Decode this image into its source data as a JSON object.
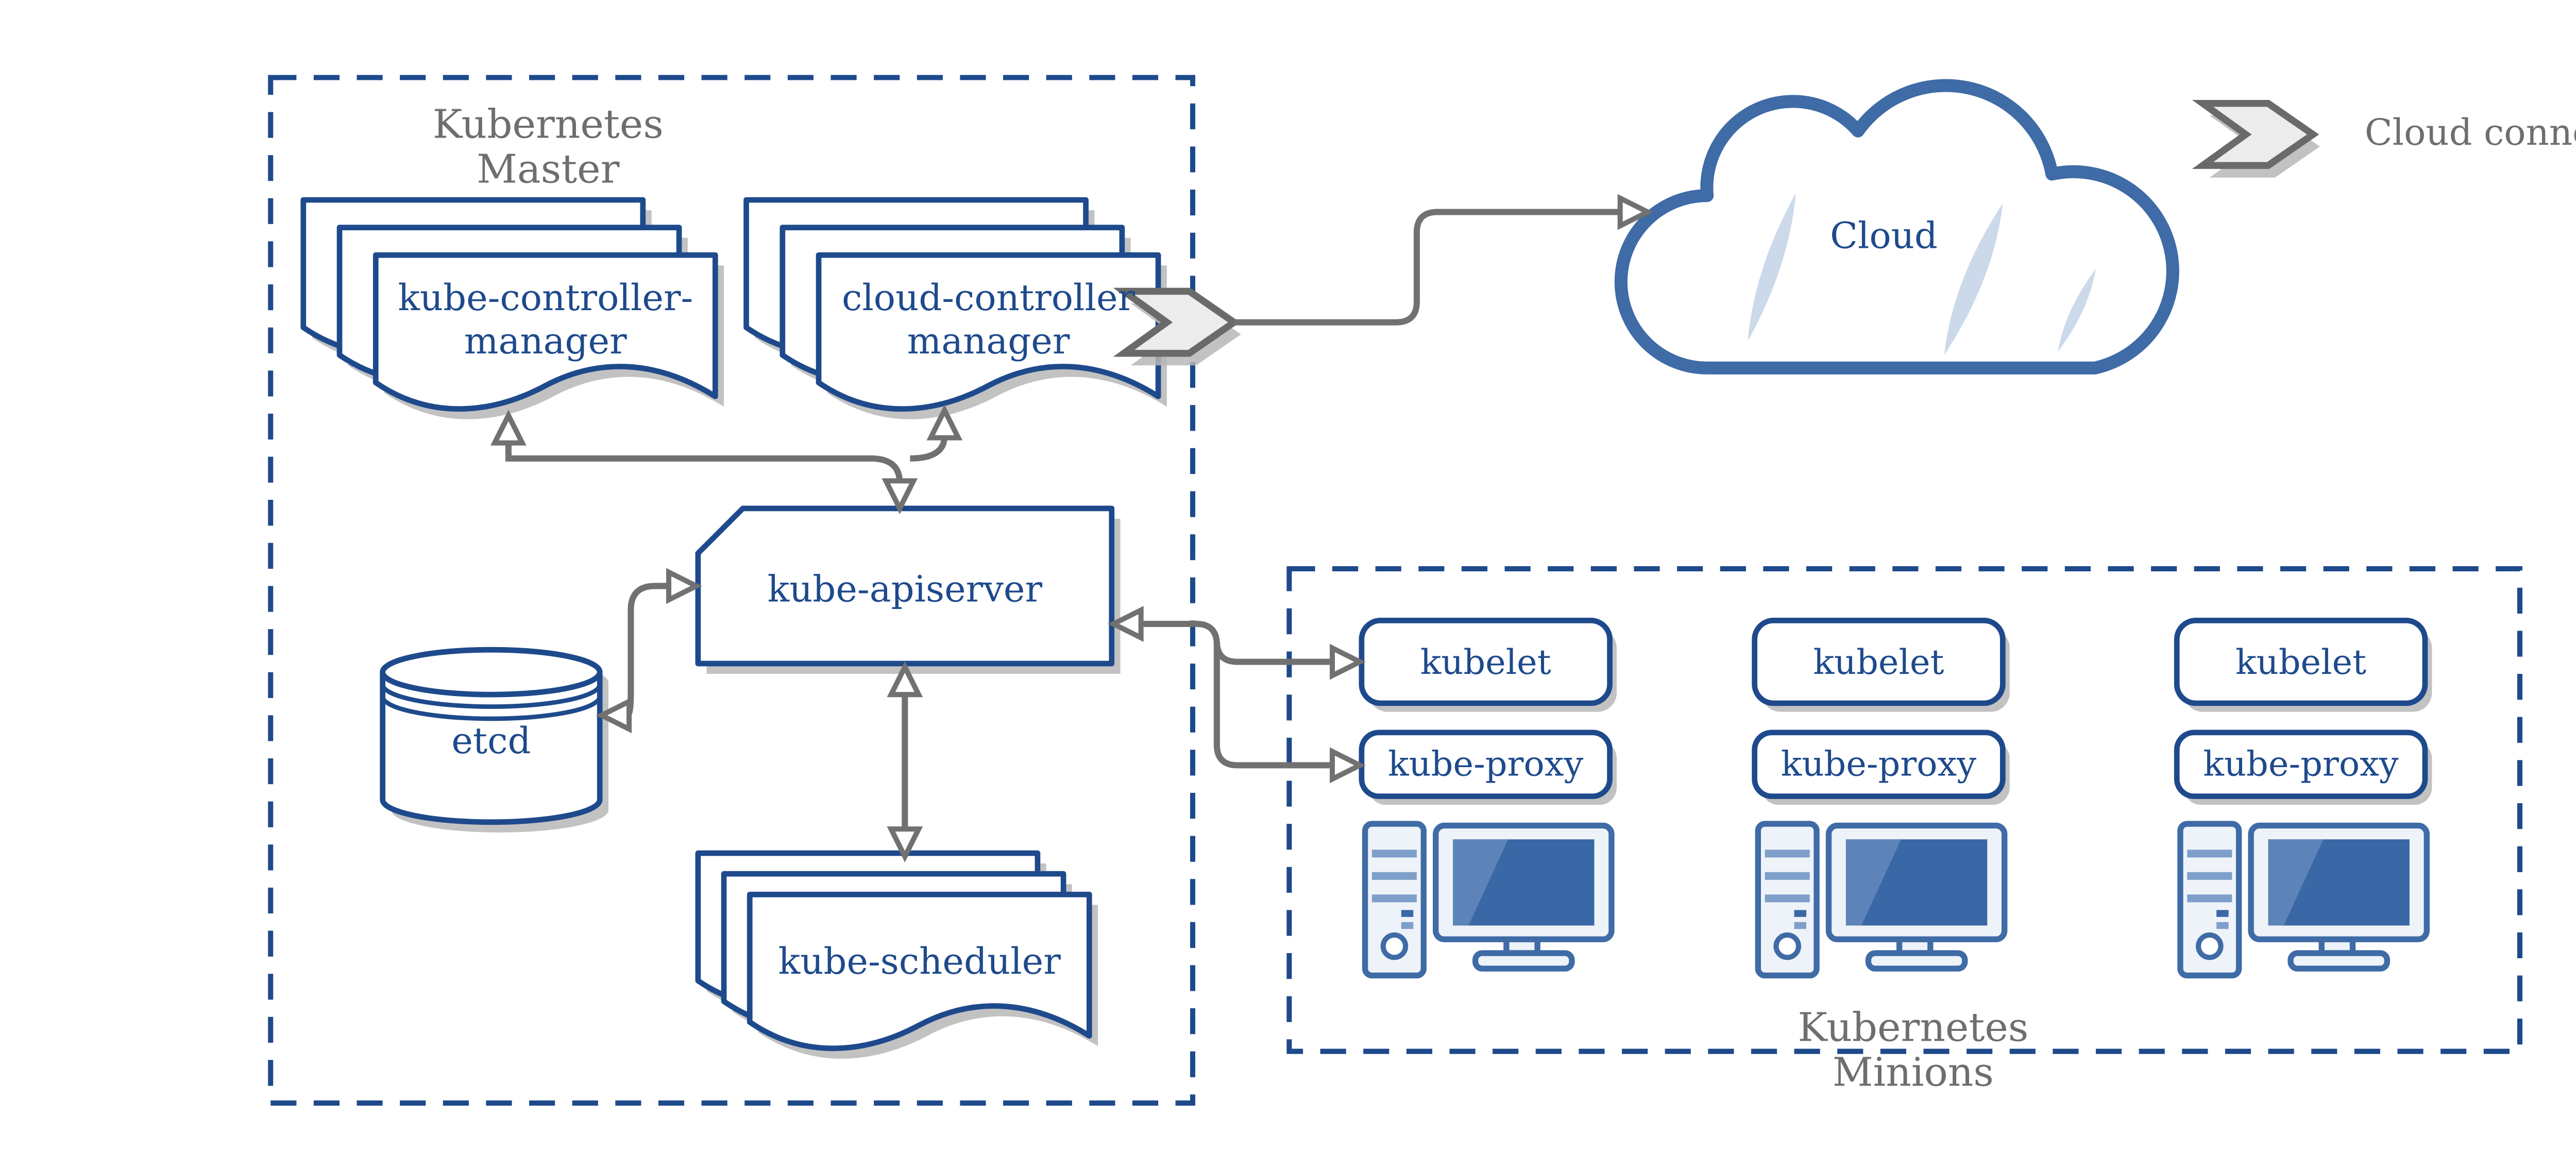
{
  "master": {
    "label": "Kubernetes Master",
    "kube_controller_manager": "kube-controller-\nmanager",
    "cloud_controller_manager": "cloud-controller\nmanager",
    "kube_apiserver": "kube-apiserver",
    "etcd": "etcd",
    "kube_scheduler": "kube-scheduler"
  },
  "cloud": {
    "label": "Cloud"
  },
  "legend": {
    "cloud_connector": "Cloud connector"
  },
  "minions": {
    "label": "Kubernetes Minions",
    "nodes": [
      {
        "kubelet": "kubelet",
        "kube_proxy": "kube-proxy"
      },
      {
        "kubelet": "kubelet",
        "kube_proxy": "kube-proxy"
      },
      {
        "kubelet": "kubelet",
        "kube_proxy": "kube-proxy"
      }
    ]
  },
  "colors": {
    "navy": "#1e4a8c",
    "steel": "#3f6ba6",
    "screen_blue": "#3a67a5",
    "sheen_blue": "#5d84b8",
    "stripe_blue": "#7e9fc9",
    "light_fill": "#eef2f9",
    "crescent_blue": "#ccd9eb",
    "arrow_gray": "#717171",
    "label_gray": "#6e6e6e",
    "shadow_gray": "#b7b7b7",
    "chevron_fill": "#ececec",
    "chevron_stroke": "#6a6a6a"
  }
}
